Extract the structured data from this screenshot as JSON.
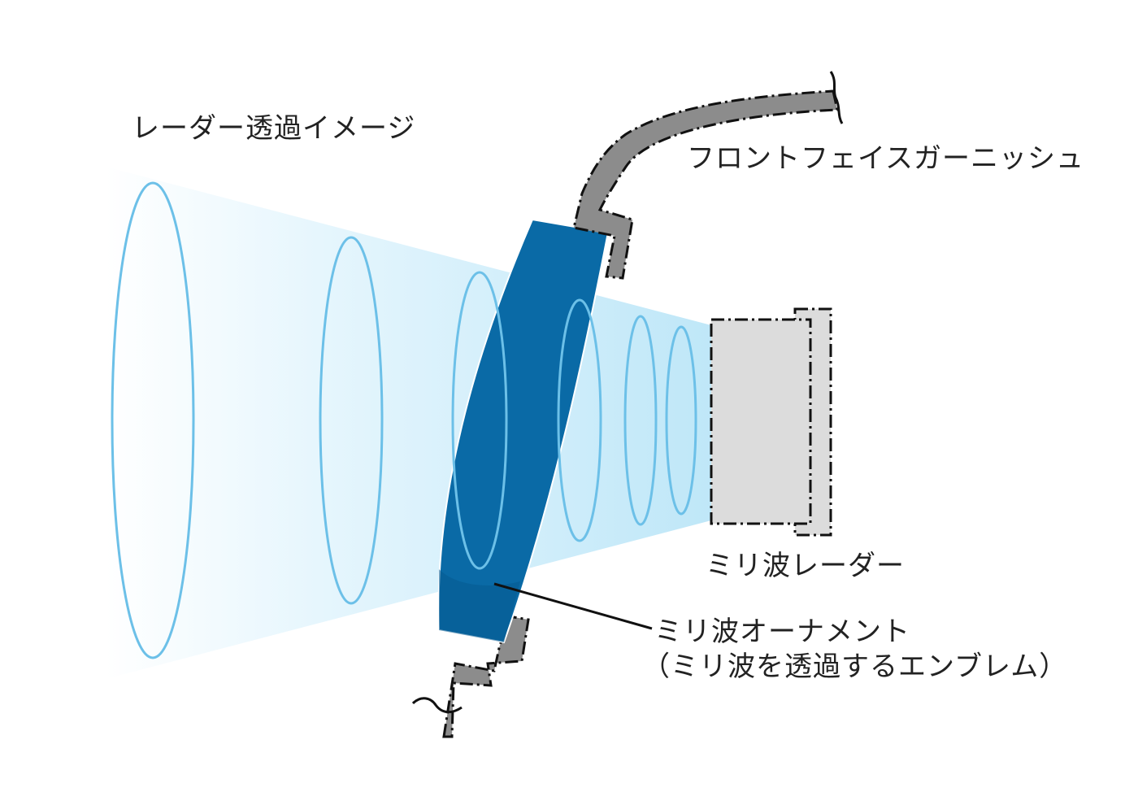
{
  "labels": {
    "radar_image": "レーダー透過イメージ",
    "front_face_garnish": "フロントフェイスガーニッシュ",
    "mmwave_radar": "ミリ波レーダー",
    "mmwave_ornament_line1": "ミリ波オーナメント",
    "mmwave_ornament_line2": "（ミリ波を透過するエンブレム）"
  },
  "colors": {
    "beam_light": "#d3effb",
    "beam_ring": "#6cc0e8",
    "ornament": "#0a6aa6",
    "ornament_dark": "#055a90",
    "garnish_fill": "#8c8c8c",
    "radar_fill": "#dcdcdc",
    "outline": "#111111"
  }
}
